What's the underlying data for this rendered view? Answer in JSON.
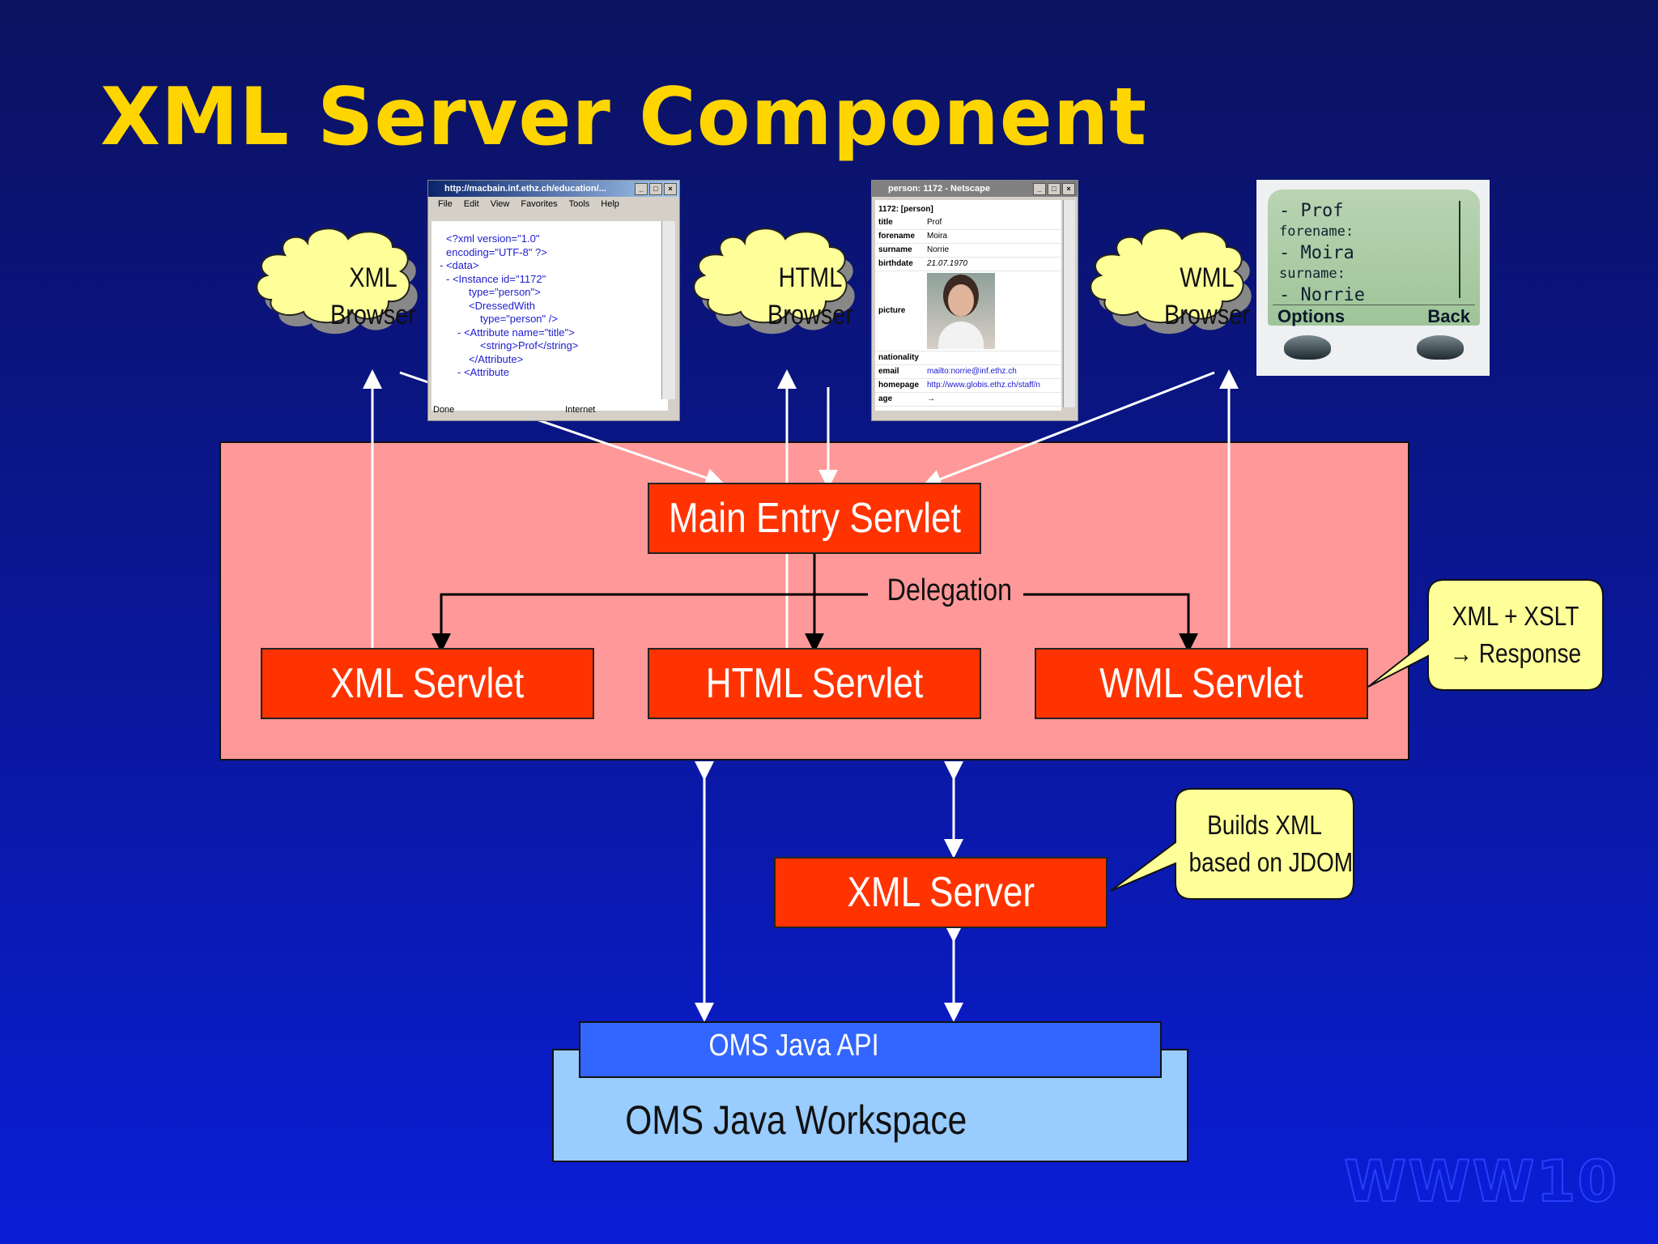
{
  "title": "XML Server Component",
  "clouds": {
    "xml": [
      "XML",
      "Browser"
    ],
    "html": [
      "HTML",
      "Browser"
    ],
    "wml": [
      "WML",
      "Browser"
    ]
  },
  "xml_window": {
    "title": "http://macbain.inf.ethz.ch/education/...",
    "menu": [
      "File",
      "Edit",
      "View",
      "Favorites",
      "Tools",
      "Help"
    ],
    "status_left": "Done",
    "status_right": "Internet",
    "lines": [
      "<?xml version=\"1.0\"",
      "encoding=\"UTF-8\" ?>",
      "- <data>",
      "- <Instance id=\"1172\"",
      "type=\"person\">",
      "<DressedWith",
      "type=\"person\" />",
      "- <Attribute name=\"title\">",
      "<string>Prof</string>",
      "</Attribute>",
      "- <Attribute"
    ]
  },
  "html_window": {
    "title": "person: 1172 - Netscape",
    "header": "1172: [person]",
    "rows": [
      {
        "k": "title",
        "v": "Prof"
      },
      {
        "k": "forename",
        "v": "Moira"
      },
      {
        "k": "surname",
        "v": "Norrie"
      },
      {
        "k": "birthdate",
        "v": "21.07.1970"
      },
      {
        "k": "picture",
        "v": ""
      },
      {
        "k": "nationality",
        "v": ""
      },
      {
        "k": "email",
        "v": "mailto:norrie@inf.ethz.ch"
      },
      {
        "k": "homepage",
        "v": "http://www.globis.ethz.ch/staff/n"
      },
      {
        "k": "age",
        "v": "→"
      }
    ]
  },
  "phone": {
    "lines": [
      "- Prof",
      "forename:",
      "- Moira",
      "surname:",
      "- Norrie"
    ],
    "softkey_left": "Options",
    "softkey_right": "Back"
  },
  "servlets": {
    "main": "Main Entry Servlet",
    "xml": "XML Servlet",
    "html": "HTML Servlet",
    "wml": "WML Servlet"
  },
  "delegation": "Delegation",
  "callout_response": [
    "XML + XSLT",
    "→ Response"
  ],
  "xml_server": "XML Server",
  "callout_jdom": [
    "Builds XML",
    "based on JDOM"
  ],
  "oms_api": "OMS Java API",
  "oms_workspace": "OMS Java Workspace",
  "logo": "WWW10",
  "colors": {
    "title": "#ffd500",
    "server_area": "#ff9999",
    "box": "#ff3300",
    "cloud": "#ffff99",
    "api": "#3366ff",
    "workspace": "#99ccff"
  }
}
